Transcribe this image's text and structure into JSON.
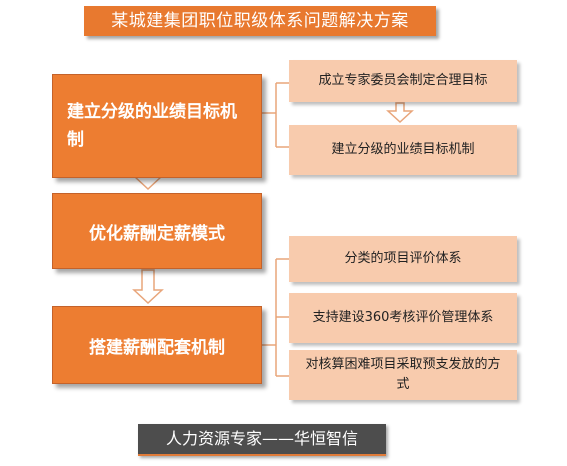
{
  "title": "某城建集团职位职级体系问题解决方案",
  "main_boxes": [
    "建立分级的业绩目标机制",
    "优化薪酬定薪模式",
    "搭建薪酬配套机制"
  ],
  "group1": [
    "成立专家委员会制定合理目标",
    "建立分级的业绩目标机制"
  ],
  "group3": [
    "分类的项目评价体系",
    "支持建设360考核评价管理体系",
    "对核算困难项目采取预支发放的方式"
  ],
  "footer": "人力资源专家——华恒智信",
  "colors": {
    "title_bg": "#e8792f",
    "main_box": "#ed7d31",
    "sub_box": "#f8cbad",
    "connector": "#e8a57a",
    "footer_bg": "#4d4d4d"
  }
}
